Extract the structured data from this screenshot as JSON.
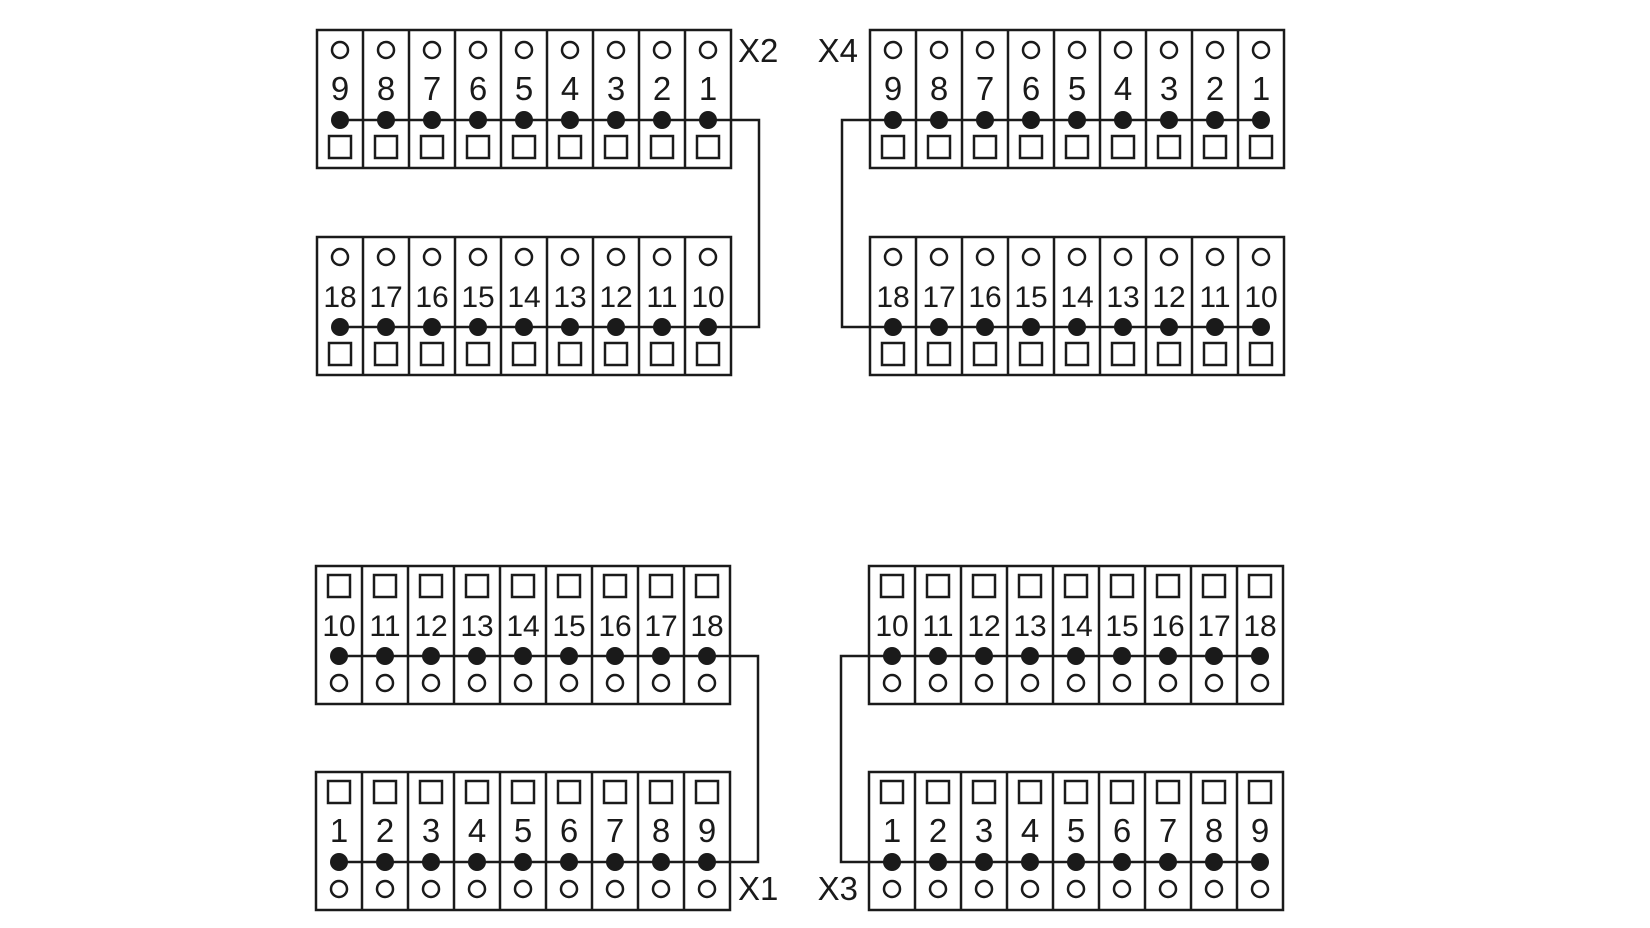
{
  "colors": {
    "stroke": "#1a1a1a",
    "background": "#ffffff"
  },
  "blocks": [
    {
      "id": "X2",
      "label": "X2",
      "rows": [
        {
          "numbers": [
            "9",
            "8",
            "7",
            "6",
            "5",
            "4",
            "3",
            "2",
            "1"
          ],
          "marker_above": "circle",
          "marker_below": "square"
        },
        {
          "numbers": [
            "18",
            "17",
            "16",
            "15",
            "14",
            "13",
            "12",
            "11",
            "10"
          ],
          "marker_above": "circle",
          "marker_below": "square"
        }
      ]
    },
    {
      "id": "X4",
      "label": "X4",
      "rows": [
        {
          "numbers": [
            "9",
            "8",
            "7",
            "6",
            "5",
            "4",
            "3",
            "2",
            "1"
          ],
          "marker_above": "circle",
          "marker_below": "square"
        },
        {
          "numbers": [
            "18",
            "17",
            "16",
            "15",
            "14",
            "13",
            "12",
            "11",
            "10"
          ],
          "marker_above": "circle",
          "marker_below": "square"
        }
      ]
    },
    {
      "id": "X1",
      "label": "X1",
      "rows": [
        {
          "numbers": [
            "10",
            "11",
            "12",
            "13",
            "14",
            "15",
            "16",
            "17",
            "18"
          ],
          "marker_above": "square",
          "marker_below": "circle"
        },
        {
          "numbers": [
            "1",
            "2",
            "3",
            "4",
            "5",
            "6",
            "7",
            "8",
            "9"
          ],
          "marker_above": "square",
          "marker_below": "circle"
        }
      ]
    },
    {
      "id": "X3",
      "label": "X3",
      "rows": [
        {
          "numbers": [
            "10",
            "11",
            "12",
            "13",
            "14",
            "15",
            "16",
            "17",
            "18"
          ],
          "marker_above": "square",
          "marker_below": "circle"
        },
        {
          "numbers": [
            "1",
            "2",
            "3",
            "4",
            "5",
            "6",
            "7",
            "8",
            "9"
          ],
          "marker_above": "square",
          "marker_below": "circle"
        }
      ]
    }
  ]
}
